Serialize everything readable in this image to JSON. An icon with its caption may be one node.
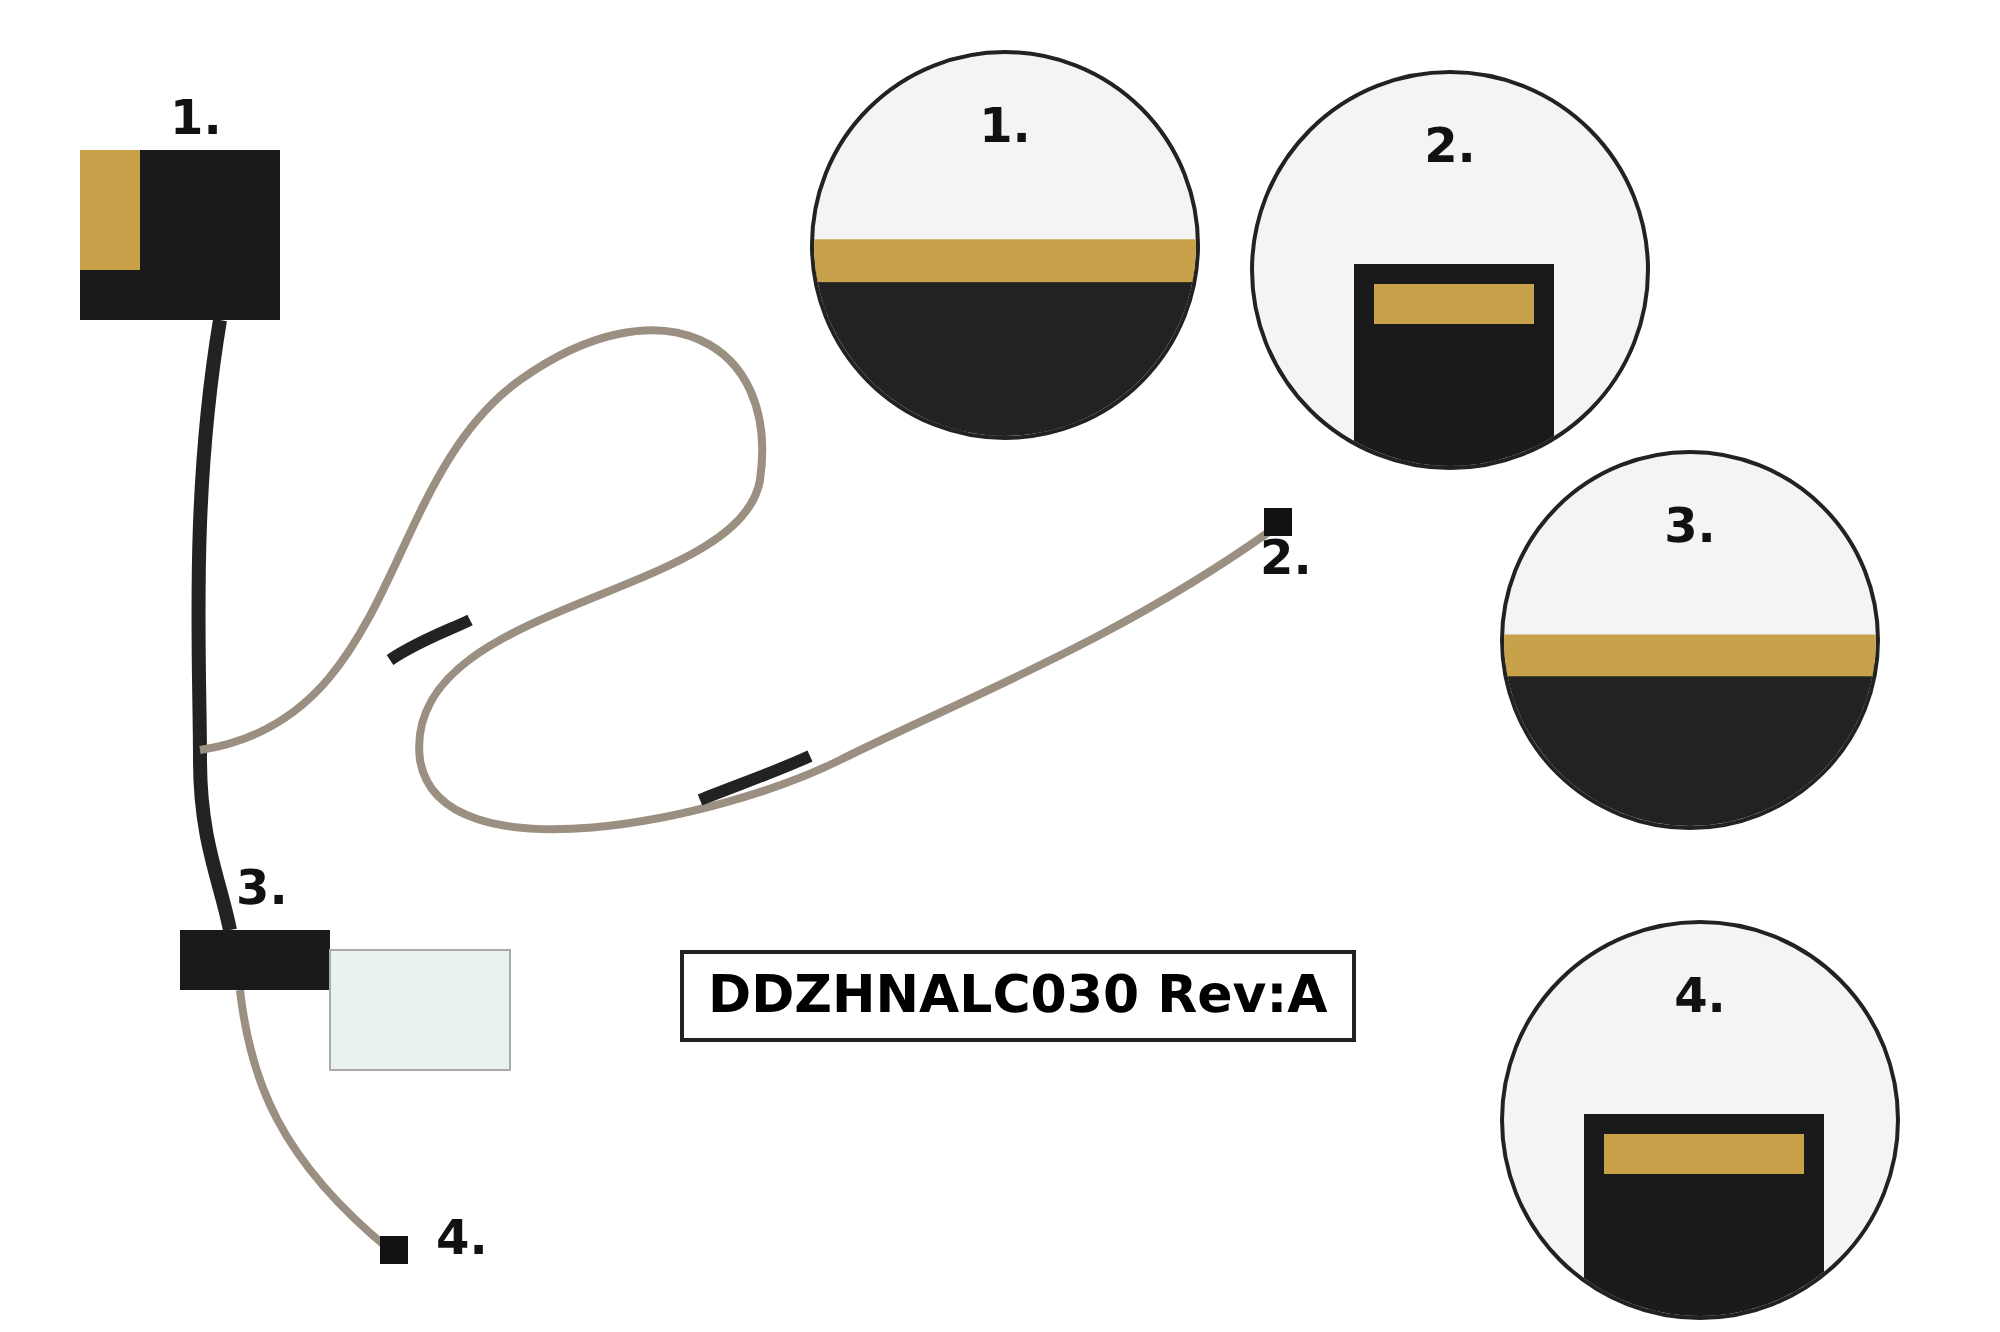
{
  "diagram": {
    "nodes": [
      {
        "text": [
          "1."
        ]
      },
      {
        "text": [
          "2."
        ]
      },
      {
        "text": [
          "3."
        ]
      },
      {
        "text": [
          "4."
        ]
      },
      {
        "text": [
          "DDZHNALC030 Rev:A"
        ]
      }
    ],
    "edges": [],
    "labels": [
      "1.",
      "2.",
      "3.",
      "4."
    ]
  }
}
